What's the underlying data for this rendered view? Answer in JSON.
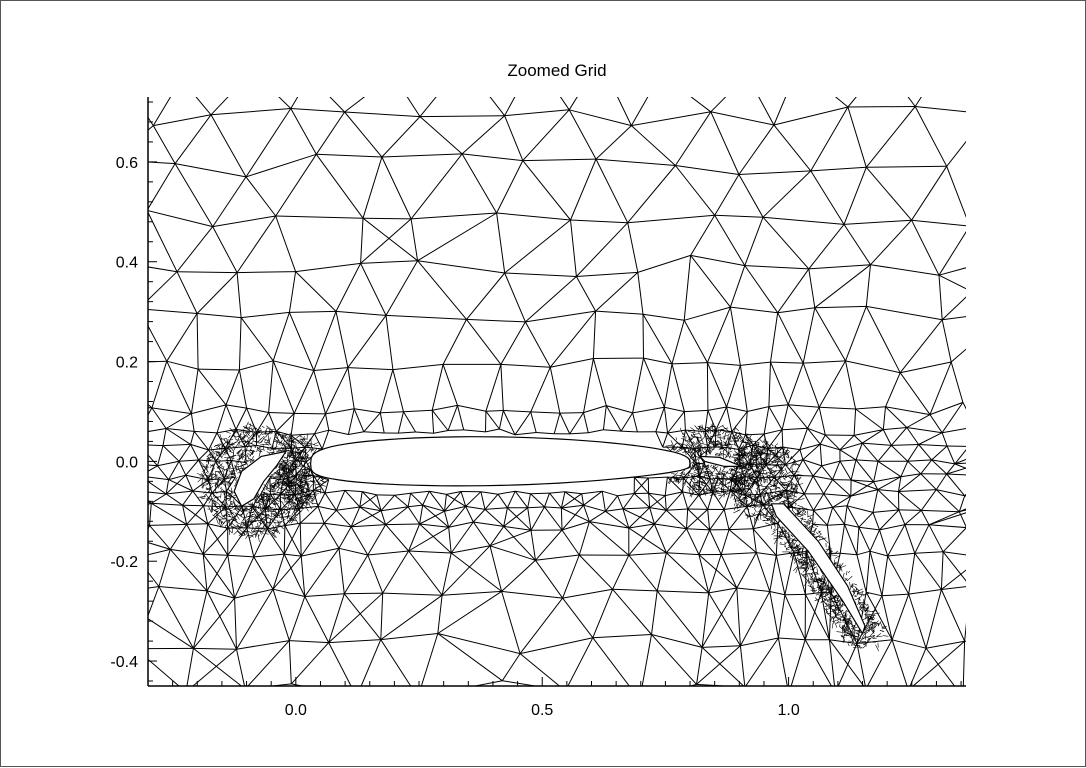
{
  "chart_data": {
    "type": "scatter",
    "title": "Zoomed Grid",
    "xlabel": "",
    "ylabel": "",
    "xlim": [
      -0.3,
      1.36
    ],
    "ylim": [
      -0.45,
      0.73
    ],
    "x_ticks": [
      "0.0",
      "0.5",
      "1.0"
    ],
    "y_ticks": [
      "-0.4",
      "-0.2",
      "0.0",
      "0.2",
      "0.4",
      "0.6"
    ],
    "grid": false,
    "series": [
      {
        "values": [
          {
            "element": "slat",
            "x": -0.09,
            "y": -0.04
          },
          {
            "element": "main_element",
            "x": 0.44,
            "y": -0.01
          },
          {
            "element": "flap",
            "x": 1.02,
            "y": -0.15
          }
        ]
      }
    ]
  },
  "colors": {
    "mesh": "#000000",
    "background": "#ffffff",
    "body": "#ffffff",
    "frame": "#555555"
  }
}
